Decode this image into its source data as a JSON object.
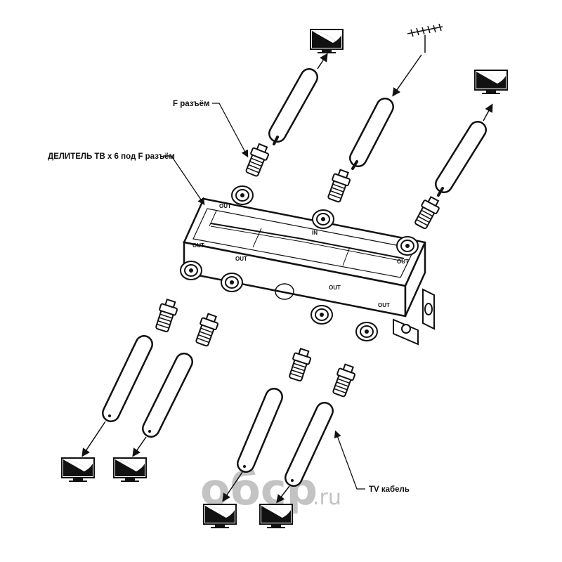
{
  "labels": {
    "f_connector": "F разъём",
    "splitter": "ДЕЛИТЕЛЬ ТВ x 6 под F разъём",
    "tv_cable": "TV кабель"
  },
  "ports": {
    "in": "IN",
    "out": [
      "OUT",
      "OUT",
      "OUT",
      "OUT",
      "OUT",
      "OUT"
    ]
  },
  "watermark": {
    "main": "oбcp",
    "suffix": ".ru"
  },
  "colors": {
    "line": "#111111",
    "watermark": "#b9b9b9"
  }
}
